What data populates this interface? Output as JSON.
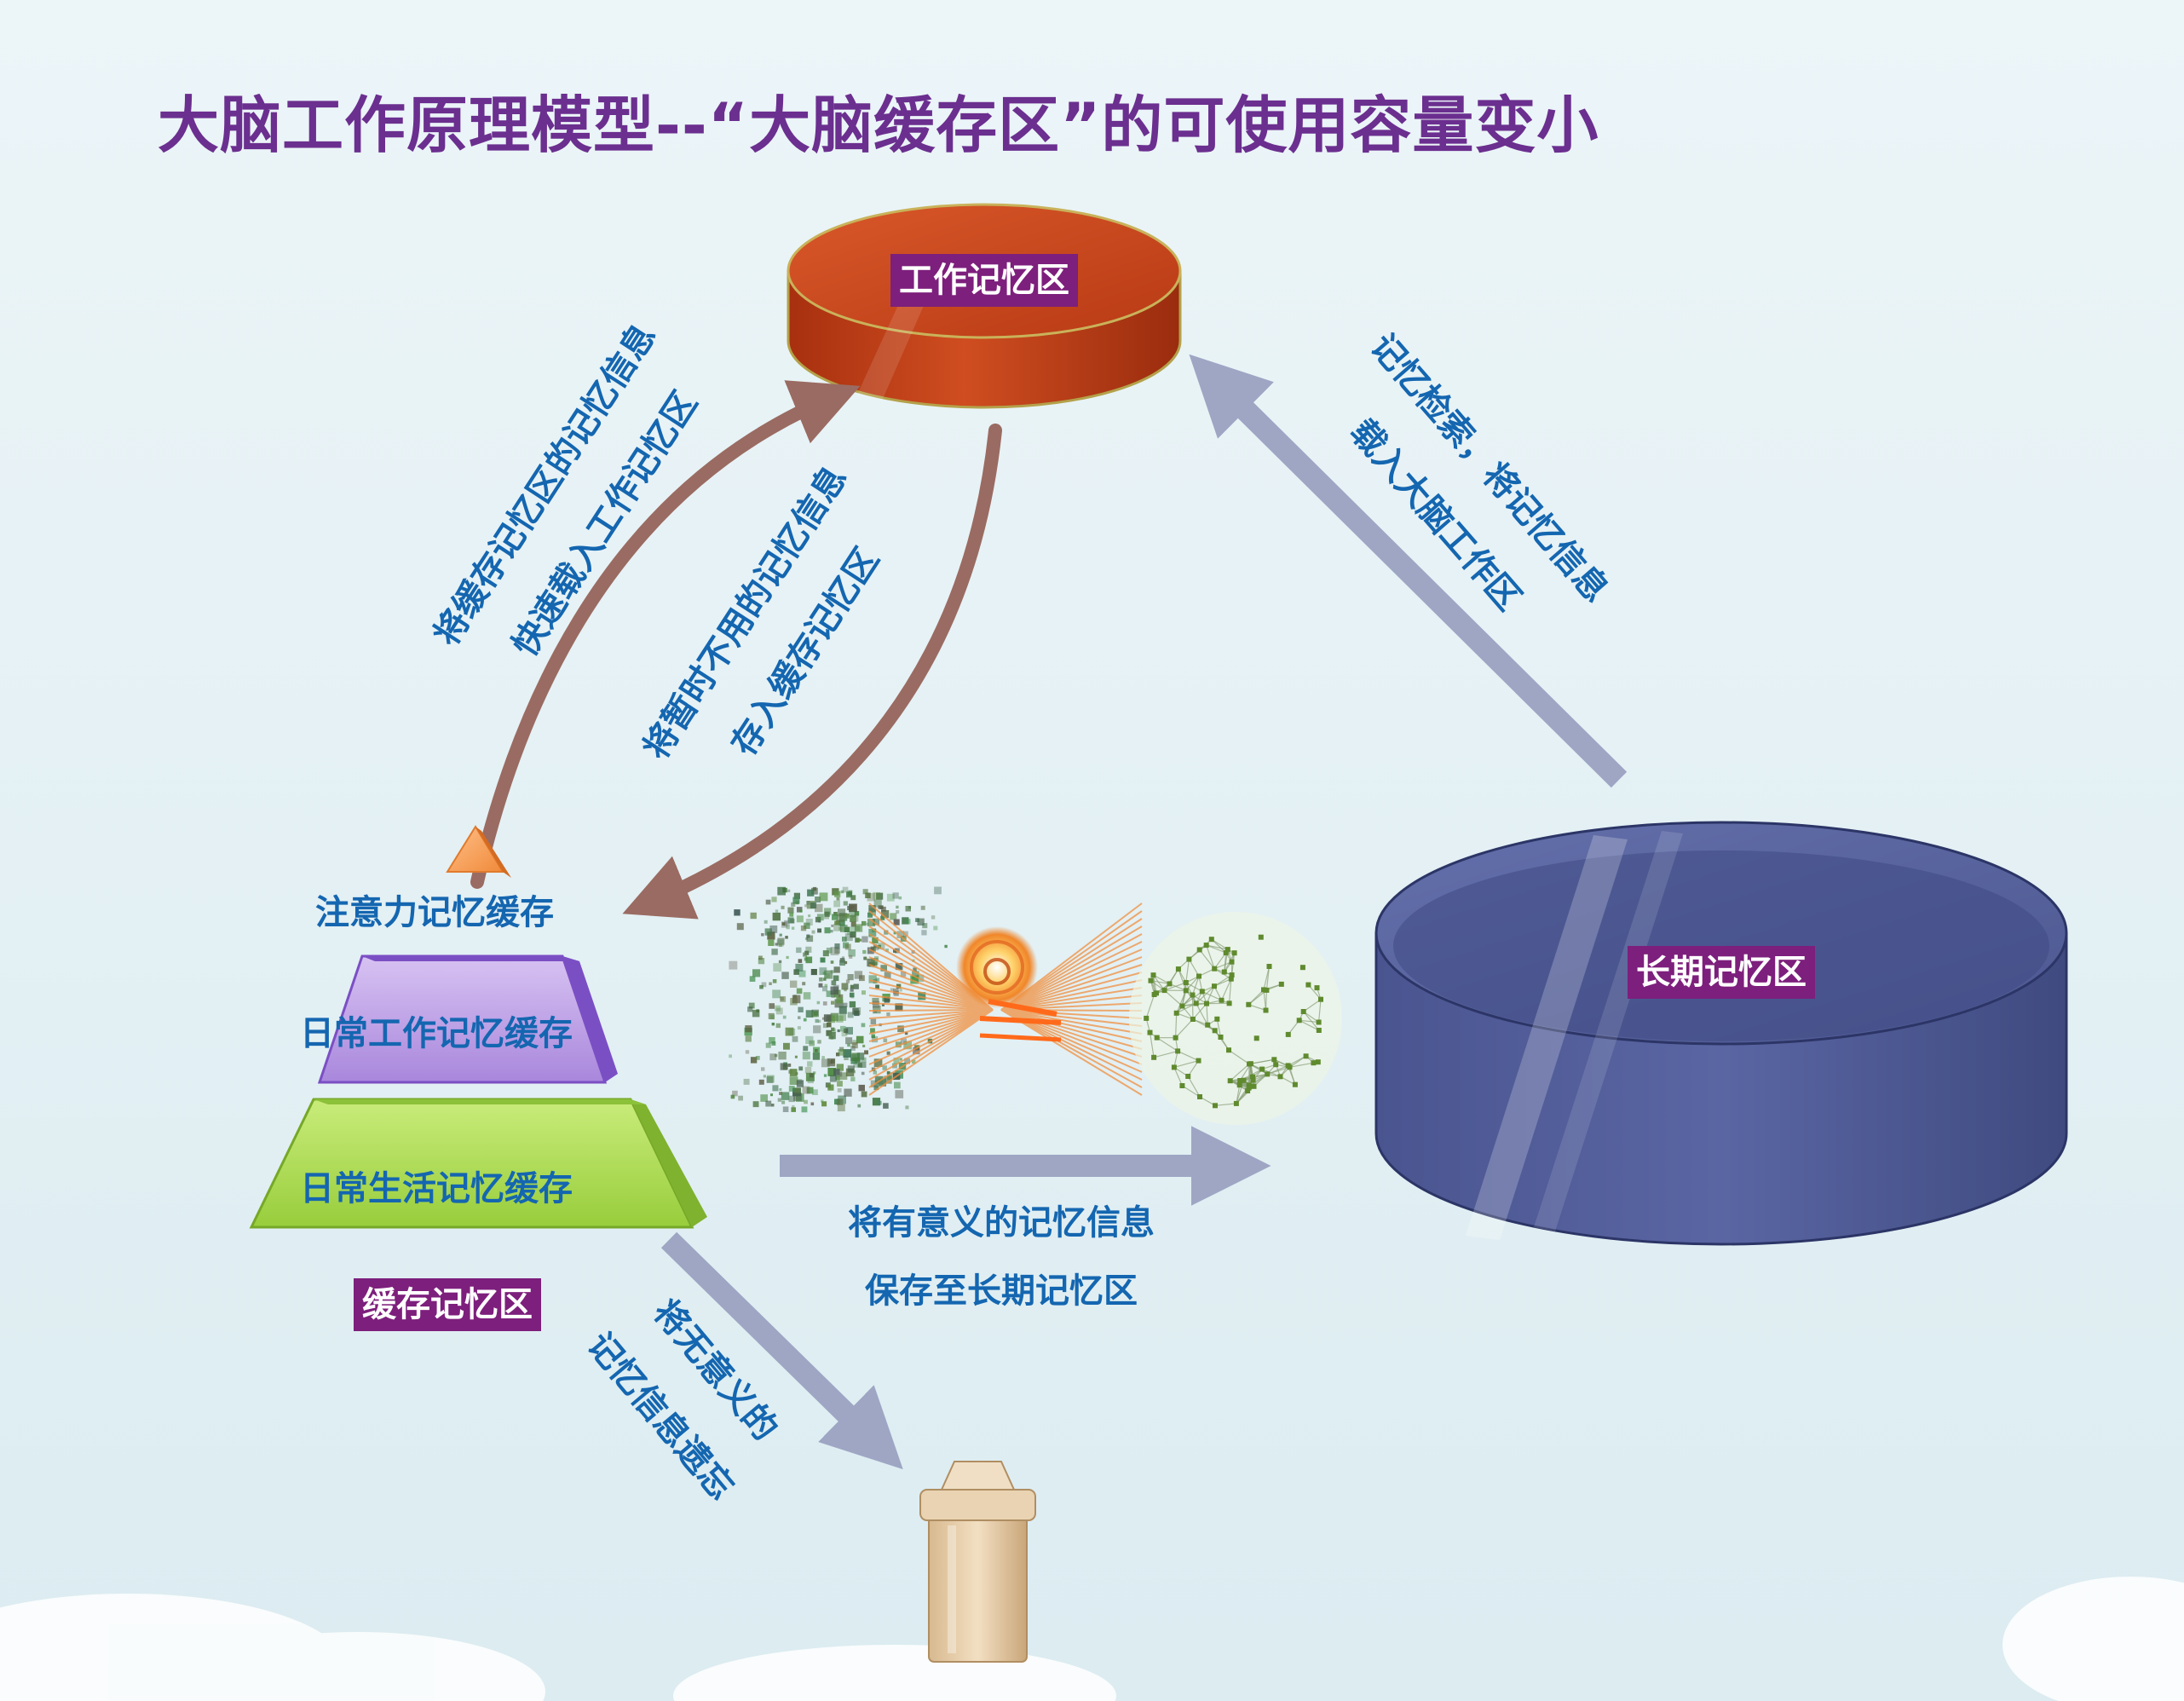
{
  "title": "大脑工作原理模型--“大脑缓存区”的可使用容量变小",
  "zones": {
    "working": "工作记忆区",
    "long_term": "长期记忆区",
    "cache": "缓存记忆区"
  },
  "pyramid_levels": {
    "attention": "注意力记忆缓存",
    "daily_work": "日常工作记忆缓存",
    "daily_life": "日常生活记忆缓存"
  },
  "flows": {
    "cache_to_working": [
      "将缓存记忆区的记忆信息",
      "快速载入工作记忆区"
    ],
    "working_to_cache": [
      "将暂时不用的记忆信息",
      "存入缓存记忆区"
    ],
    "longterm_to_working": [
      "记忆检索，将记忆信息",
      "载入大脑工作区"
    ],
    "cache_to_longterm": [
      "将有意义的记忆信息",
      "保存至长期记忆区"
    ],
    "cache_to_trash": [
      "将无意义的",
      "记忆信息遗忘"
    ]
  },
  "colors": {
    "title": "#6b2f8f",
    "label_bg": "#7d1f7c",
    "flow_text": "#1466b0",
    "working_disk": "#c0401a",
    "long_term_disk": "#4f5b95",
    "curved_arrow": "#9a6b62",
    "straight_arrow": "#9ea6c4"
  },
  "icons": [
    "trash-can-icon",
    "data-scatter-icon",
    "vortex-icon",
    "network-graph-icon"
  ]
}
